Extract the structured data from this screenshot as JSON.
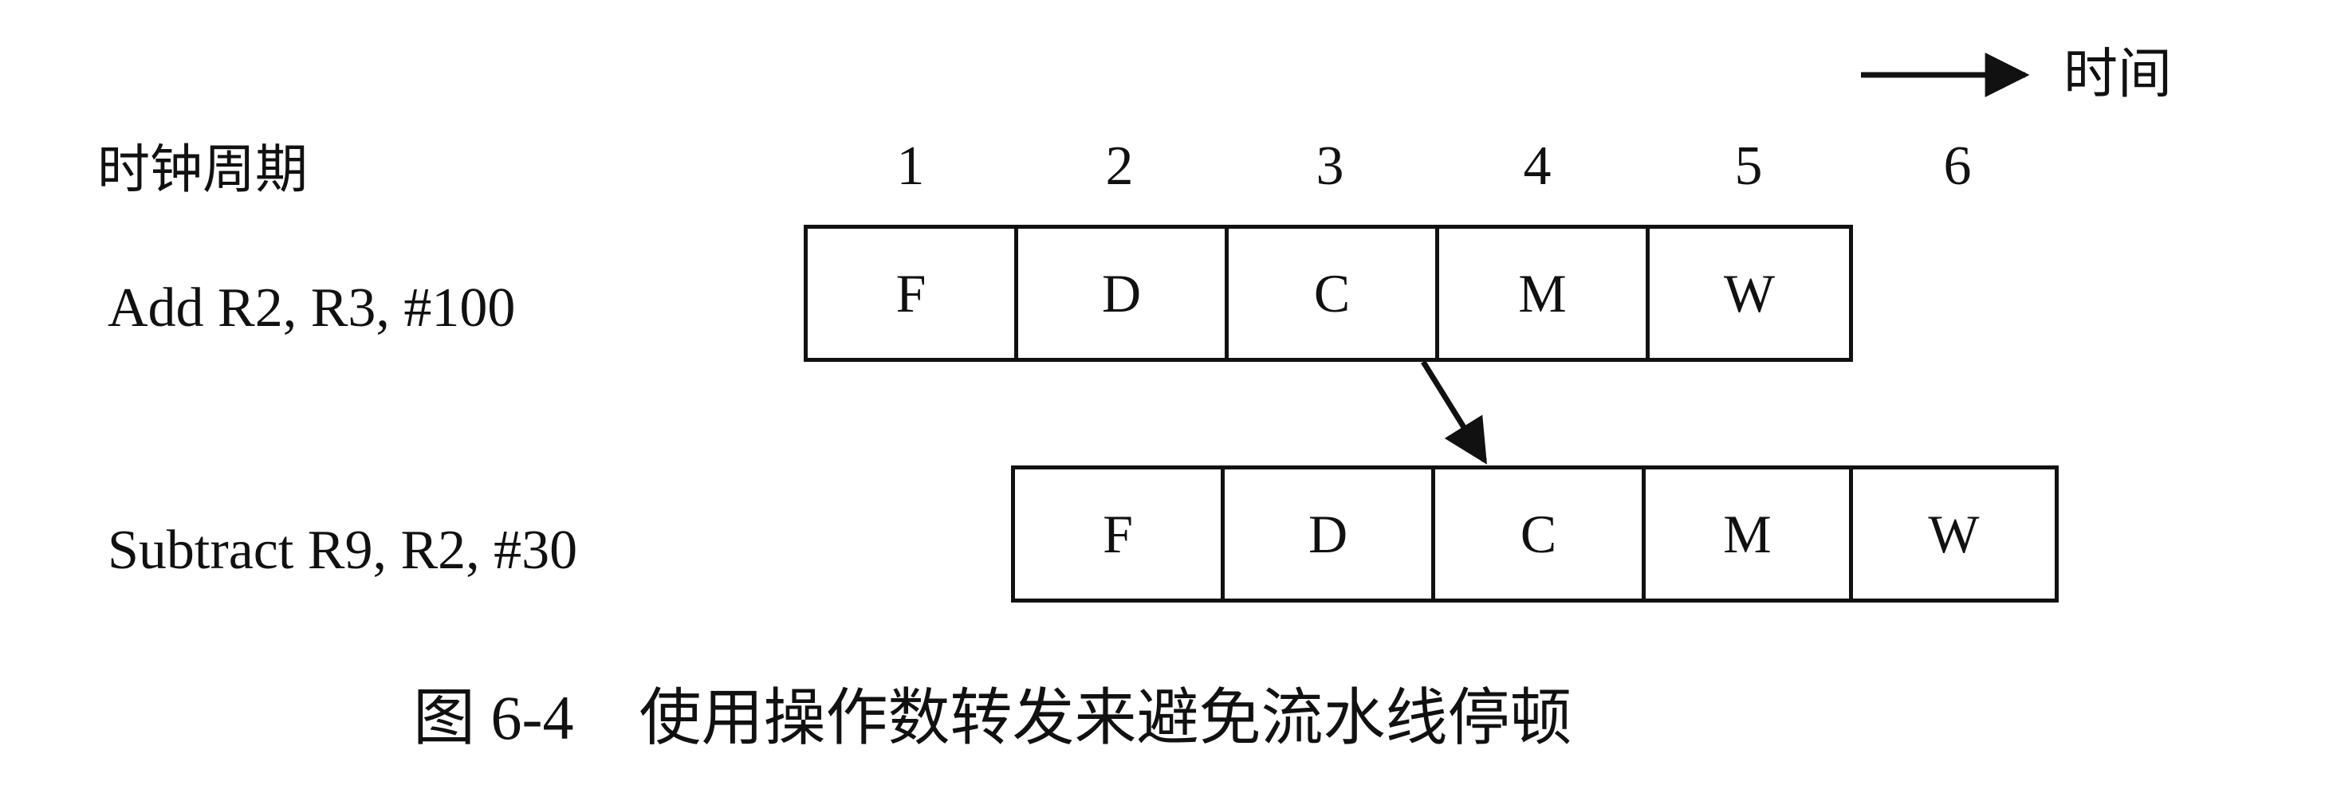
{
  "time_axis": {
    "label": "时间"
  },
  "clock_cycles": {
    "label": "时钟周期",
    "values": [
      "1",
      "2",
      "3",
      "4",
      "5",
      "6"
    ]
  },
  "instructions": [
    {
      "text": "Add R2, R3, #100",
      "stages": [
        "F",
        "D",
        "C",
        "M",
        "W"
      ]
    },
    {
      "text": "Subtract R9, R2, #30",
      "stages": [
        "F",
        "D",
        "C",
        "M",
        "W"
      ]
    }
  ],
  "caption": {
    "number": "图 6-4",
    "title": "使用操作数转发来避免流水线停顿"
  },
  "colors": {
    "line": "#111111",
    "background": "#ffffff"
  }
}
